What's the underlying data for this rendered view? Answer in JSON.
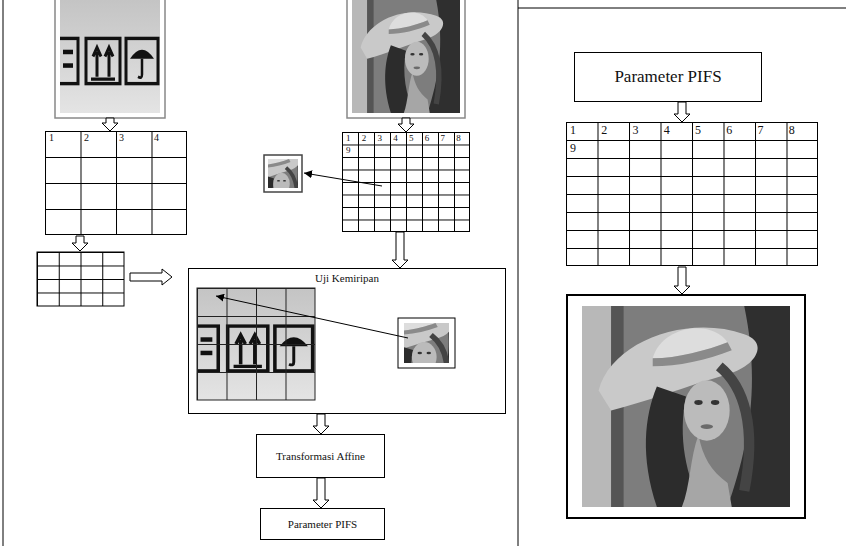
{
  "diagram": {
    "nodes": [
      {
        "text": [
          "1",
          "2",
          "3",
          "4"
        ]
      },
      {
        "text": [
          "1",
          "2",
          "3",
          "4",
          "5",
          "6",
          "7",
          "8",
          "9"
        ]
      },
      {
        "text": [
          "Uji Kemiripan"
        ]
      },
      {
        "text": [
          "Transformasi Affine"
        ]
      },
      {
        "text": [
          "Parameter PIFS"
        ]
      },
      {
        "text": [
          "Parameter PIFS"
        ]
      },
      {
        "text": [
          "1",
          "2",
          "3",
          "4",
          "5",
          "6",
          "7",
          "8",
          "9"
        ]
      }
    ],
    "edges": [
      {
        "from": 1,
        "to": 2,
        "arrow": "to"
      },
      {
        "from": 2,
        "to": 3,
        "arrow": "to"
      },
      {
        "from": 3,
        "to": 4,
        "arrow": "to"
      },
      {
        "from": 5,
        "to": 6,
        "arrow": "to"
      }
    ]
  }
}
